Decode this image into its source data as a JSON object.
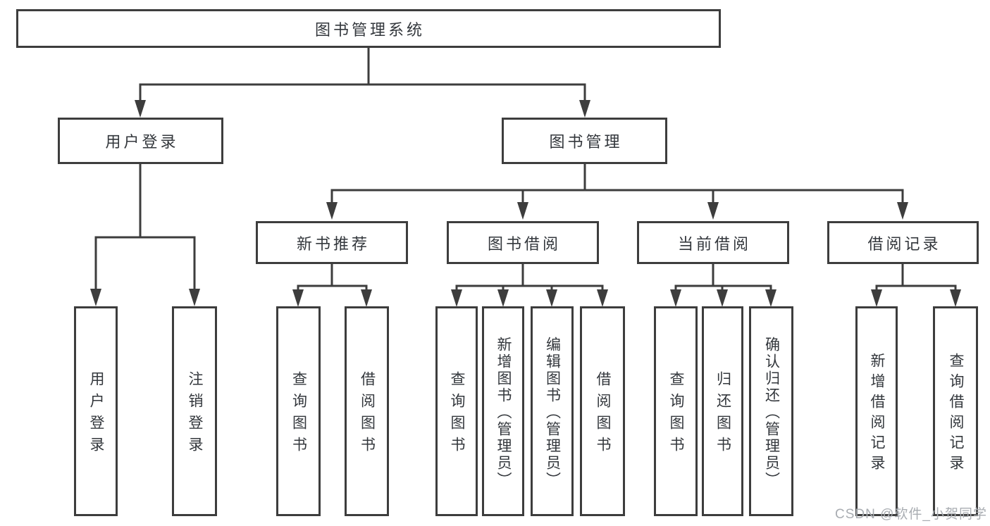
{
  "nodes": {
    "root": "图书管理系统",
    "user_login": "用户登录",
    "book_management": "图书管理",
    "new_book_recommend": "新书推荐",
    "book_borrow": "图书借阅",
    "current_borrow": "当前借阅",
    "borrow_record": "借阅记录",
    "leaf_user_login": "用户登录",
    "leaf_logout": "注销登录",
    "leaf_nbr_query_book": "查询图书",
    "leaf_nbr_borrow_book": "借阅图书",
    "leaf_bb_query_book": "查询图书",
    "leaf_bb_add_book": "新增图书（管理员）",
    "leaf_bb_edit_book": "编辑图书（管理员）",
    "leaf_bb_borrow_book": "借阅图书",
    "leaf_cb_query_book": "查询图书",
    "leaf_cb_return_book": "归还图书",
    "leaf_cb_confirm_return": "确认归还（管理员）",
    "leaf_br_add_record": "新增借阅记录",
    "leaf_br_query_record": "查询借阅记录"
  },
  "watermark": {
    "text": "CSDN @软件_小贺同学"
  },
  "colors": {
    "line": "#3d3d3d",
    "box_border": "#3d3d3d",
    "text": "#33373c",
    "background": "#ffffff",
    "watermark": "#a9adb2"
  }
}
